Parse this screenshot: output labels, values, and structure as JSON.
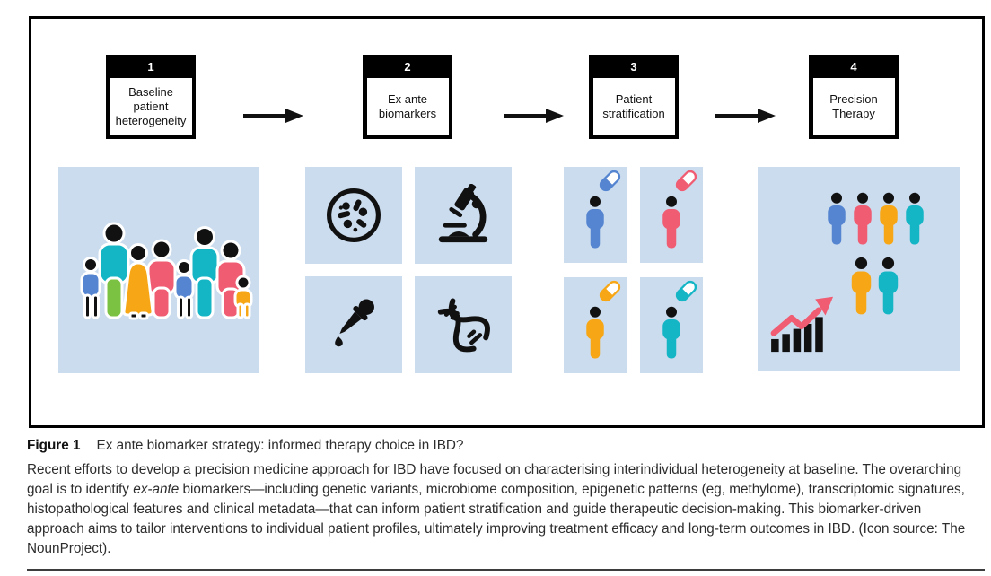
{
  "colors": {
    "panel-bg": "#cbdcee",
    "blue": "#5585d0",
    "pink": "#f05c72",
    "orange": "#f7a716",
    "teal": "#14b5c5",
    "green": "#7cc242",
    "ink": "#111111"
  },
  "figure": {
    "steps": [
      {
        "number": "1",
        "label": "Baseline patient heterogeneity"
      },
      {
        "number": "2",
        "label": "Ex ante biomarkers"
      },
      {
        "number": "3",
        "label": "Patient stratification"
      },
      {
        "number": "4",
        "label": "Precision Therapy"
      }
    ],
    "panel_icons": {
      "step1": "diverse-patient-group-icon",
      "step2": [
        "petri-dish-icon",
        "microscope-icon",
        "dropper-icon",
        "dna-helix-icon"
      ],
      "step3": [
        "blue-patient-with-blue-pill",
        "pink-patient-with-pink-pill",
        "orange-patient-with-orange-pill",
        "teal-patient-with-teal-pill"
      ],
      "step4": "stratified-patient-groups-with-rising-outcome-chart"
    }
  },
  "caption": {
    "label": "Figure 1",
    "title": "Ex ante biomarker strategy: informed therapy choice in IBD?",
    "body_before_italic": "Recent efforts to develop a precision medicine approach for IBD have focused on characterising interindividual heterogeneity at baseline. The overarching goal is to identify ",
    "body_italic": "ex-ante",
    "body_after_italic": " biomarkers—including genetic variants, microbiome composition, epigenetic patterns (eg, methylome), transcriptomic signatures, histopathological features and clinical metadata—that can inform patient stratification and guide therapeutic decision-making. This biomarker-driven approach aims to tailor interventions to individual patient profiles, ultimately improving treatment efficacy and long-term outcomes in IBD. (Icon source: The NounProject)."
  }
}
